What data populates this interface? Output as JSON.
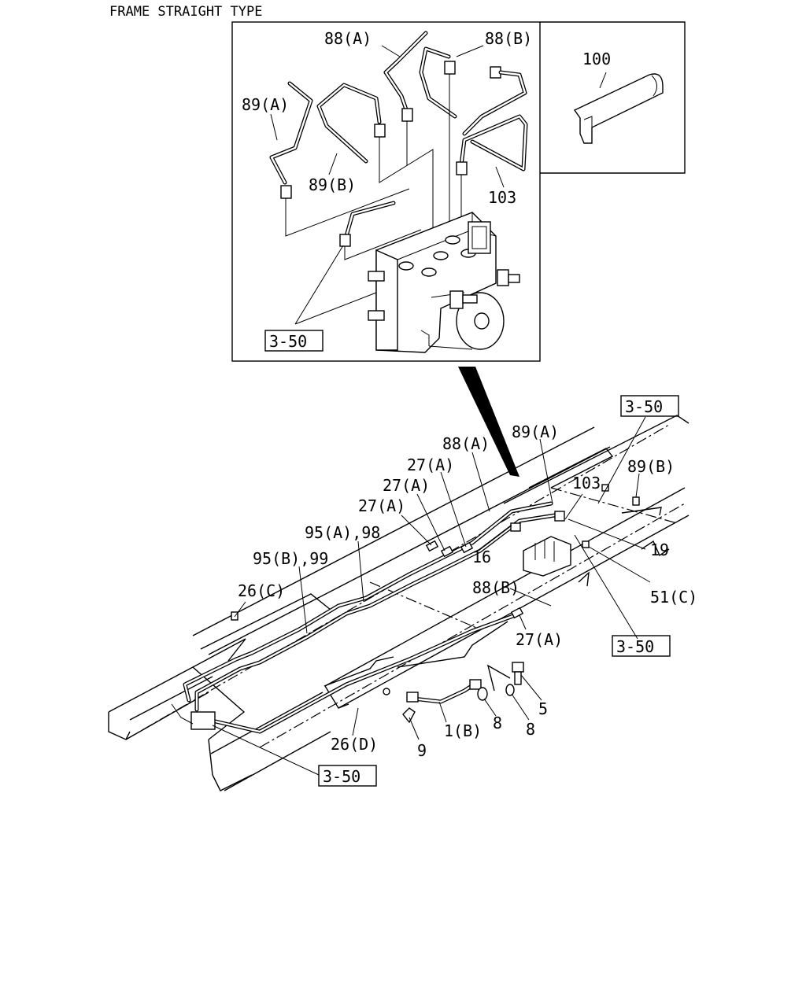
{
  "header": {
    "title": "FRAME STRAIGHT TYPE"
  },
  "inset": {
    "labels": {
      "p88a": "88(A)",
      "p88b": "88(B)",
      "p89a": "89(A)",
      "p89b": "89(B)",
      "p103": "103",
      "p100": "100",
      "ref": "3-50"
    }
  },
  "main": {
    "labels": {
      "ref_top": "3-50",
      "ref_mid": "3-50",
      "ref_bottom": "3-50",
      "p89a": "89(A)",
      "p88a": "88(A)",
      "p89b": "89(B)",
      "p27a_1": "27(A)",
      "p27a_2": "27(A)",
      "p27a_3": "27(A)",
      "p103": "103",
      "p95a98": "95(A),98",
      "p95b99": "95(B),99",
      "p16": "16",
      "p19": "19",
      "p26c": "26(C)",
      "p88b": "88(B)",
      "p51c": "51(C)",
      "p27a_4": "27(A)",
      "p5": "5",
      "p8a": "8",
      "p8b": "8",
      "p1b": "1(B)",
      "p9": "9",
      "p26d": "26(D)"
    }
  }
}
